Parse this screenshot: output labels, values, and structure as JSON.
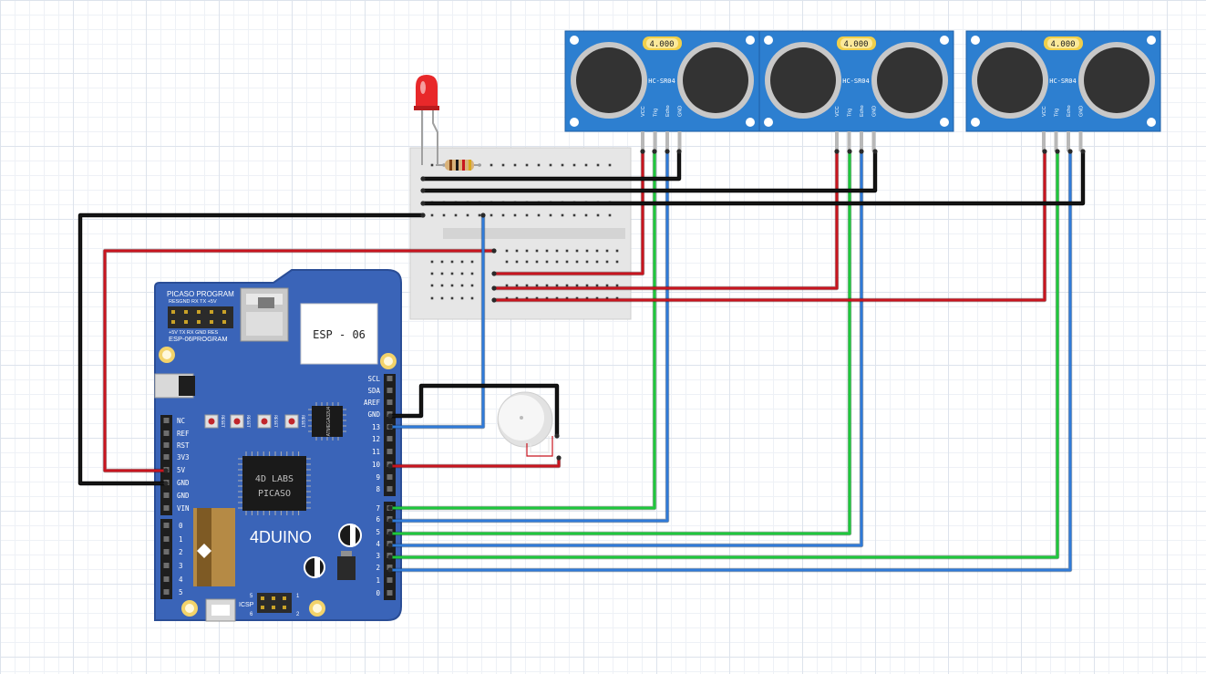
{
  "colors": {
    "board": "#3a64b8",
    "board_edge": "#2a4d96",
    "sensor": "#2d7fd0",
    "wire_red": "#c8141e",
    "wire_black": "#141414",
    "wire_green": "#1ec83c",
    "wire_blue": "#2f7ad8",
    "breadboard": "#e6e6e6",
    "led": "#e8282a"
  },
  "sensors": [
    {
      "id": "s1",
      "display": "4.000",
      "model": "HC-SR04",
      "pins": [
        "VCC",
        "Trig",
        "Echo",
        "GND"
      ]
    },
    {
      "id": "s2",
      "display": "4.000",
      "model": "HC-SR04",
      "pins": [
        "VCC",
        "Trig",
        "Echo",
        "GND"
      ]
    },
    {
      "id": "s3",
      "display": "4.000",
      "model": "HC-SR04",
      "pins": [
        "VCC",
        "Trig",
        "Echo",
        "GND"
      ]
    }
  ],
  "board": {
    "name": "4DUINO",
    "chip_line1": "4D LABS",
    "chip_line2": "PICASO",
    "esp_label": "ESP - 06",
    "picaso_title": "PICASO PROGRAM",
    "picaso_top_pins": "RESGND RX TX +5V",
    "picaso_bottom_pins": "+5V TX RX GND RES",
    "esp_program": "ESP-06PROGRAM",
    "mcu_label": "ATMEGA32U4",
    "reset_label": "RESET",
    "icsp": {
      "label": "ICSP",
      "n5": "5",
      "n1": "1",
      "n6": "6",
      "n2": "2"
    },
    "right_pins": [
      "SCL",
      "SDA",
      "AREF",
      "GND",
      "13",
      "12",
      "11",
      "10",
      "9",
      "8",
      "7",
      "6",
      "5",
      "4",
      "3",
      "2",
      "1",
      "0"
    ],
    "power_pins": [
      "NC",
      "REF",
      "RST",
      "3V3",
      "5V",
      "GND",
      "GND",
      "VIN"
    ],
    "analog_pins": [
      "0",
      "1",
      "2",
      "3",
      "4",
      "5"
    ]
  }
}
